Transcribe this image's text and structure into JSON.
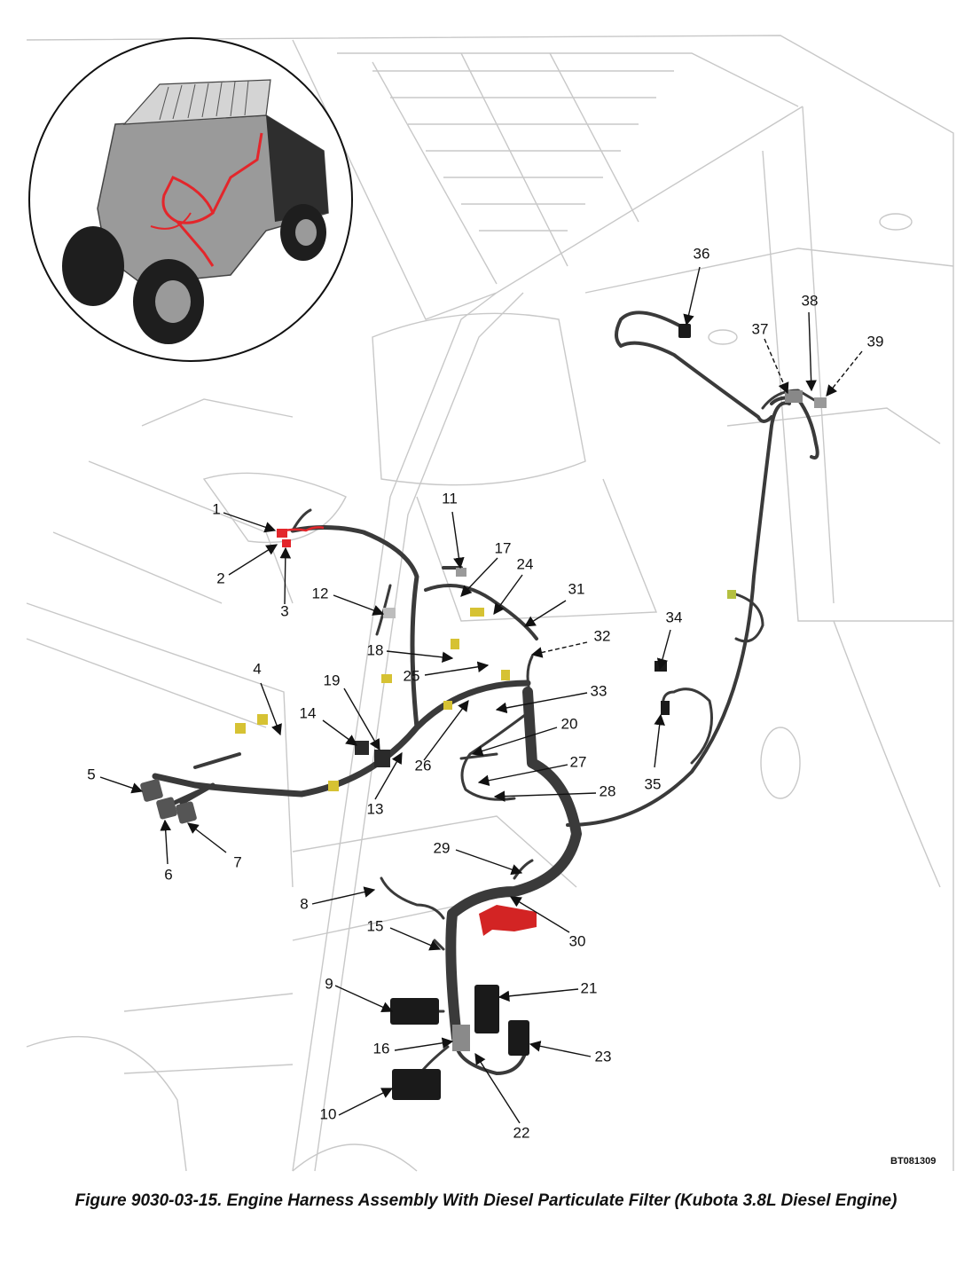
{
  "figure": {
    "caption": "Figure 9030-03-15. Engine Harness Assembly With Diesel Particulate Filter (Kubota 3.8L Diesel Engine)",
    "ref_code": "BT081309"
  },
  "colors": {
    "outline": "#c8c8c8",
    "harness": "#3a3a3a",
    "highlight": "#e3262b",
    "connector_yellow": "#d6c233",
    "inset_body": "#9a9a9a"
  },
  "callouts": [
    {
      "label": "1"
    },
    {
      "label": "2"
    },
    {
      "label": "3"
    },
    {
      "label": "4"
    },
    {
      "label": "5"
    },
    {
      "label": "6"
    },
    {
      "label": "7"
    },
    {
      "label": "8"
    },
    {
      "label": "9"
    },
    {
      "label": "10"
    },
    {
      "label": "11"
    },
    {
      "label": "12"
    },
    {
      "label": "13"
    },
    {
      "label": "14"
    },
    {
      "label": "15"
    },
    {
      "label": "16"
    },
    {
      "label": "17"
    },
    {
      "label": "18"
    },
    {
      "label": "19"
    },
    {
      "label": "20"
    },
    {
      "label": "21"
    },
    {
      "label": "22"
    },
    {
      "label": "23"
    },
    {
      "label": "24"
    },
    {
      "label": "25"
    },
    {
      "label": "26"
    },
    {
      "label": "27"
    },
    {
      "label": "28"
    },
    {
      "label": "29"
    },
    {
      "label": "30"
    },
    {
      "label": "31"
    },
    {
      "label": "32"
    },
    {
      "label": "33"
    },
    {
      "label": "34"
    },
    {
      "label": "35"
    },
    {
      "label": "36"
    },
    {
      "label": "37"
    },
    {
      "label": "38"
    },
    {
      "label": "39"
    }
  ]
}
